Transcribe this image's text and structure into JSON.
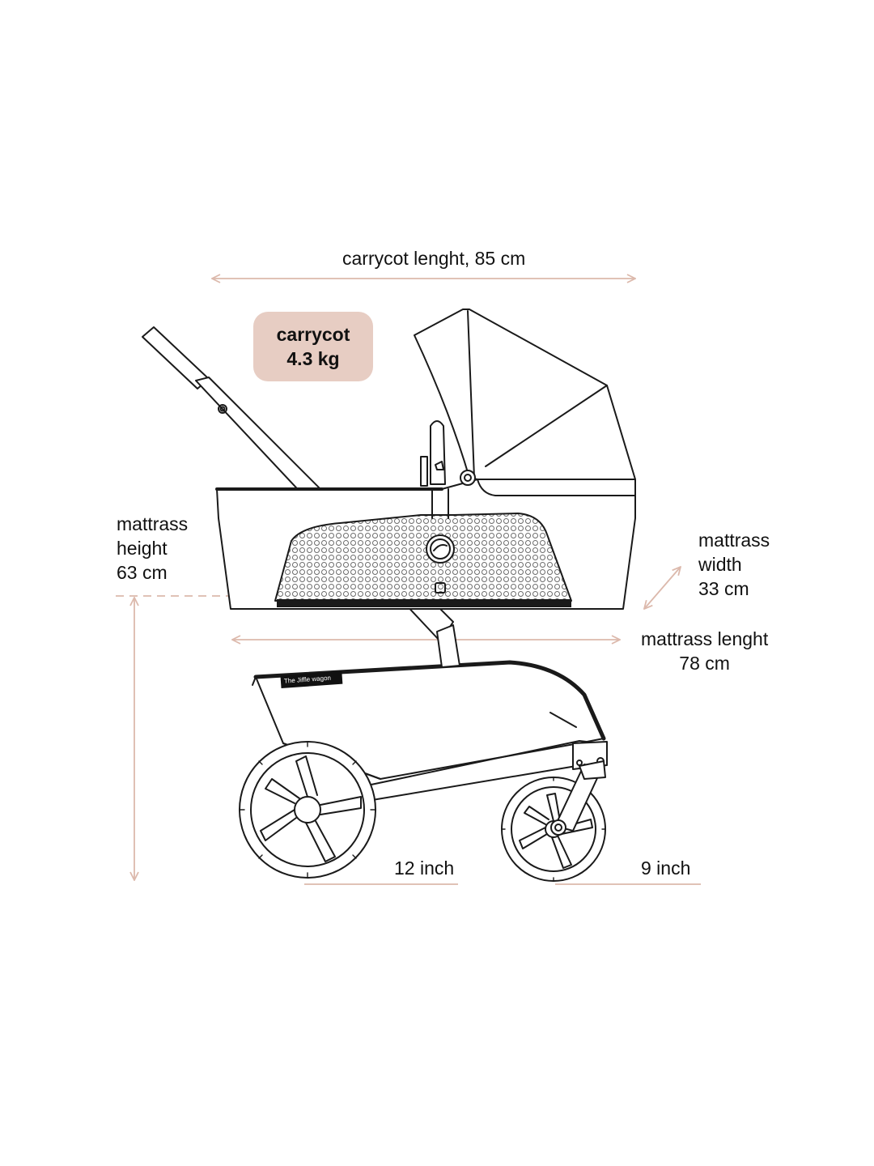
{
  "colors": {
    "accent": "#e7cdc3",
    "accent_line": "#dcb9ac",
    "line": "#1a1a1a",
    "mesh": "#6b6b6b",
    "brand_tag_bg": "#111111"
  },
  "badge": {
    "line1": "carrycot",
    "line2": "4.3 kg"
  },
  "dimensions": {
    "carrycot_length": "carrycot lenght, 85 cm",
    "mattress_height": [
      "mattrass",
      "height",
      "63 cm"
    ],
    "mattress_width": [
      "mattrass",
      "width",
      "33 cm"
    ],
    "mattress_length": [
      "mattrass lenght",
      "78 cm"
    ],
    "rear_wheel": "12 inch",
    "front_wheel": "9 inch"
  },
  "brand_tag": "The Jiffle wagon"
}
